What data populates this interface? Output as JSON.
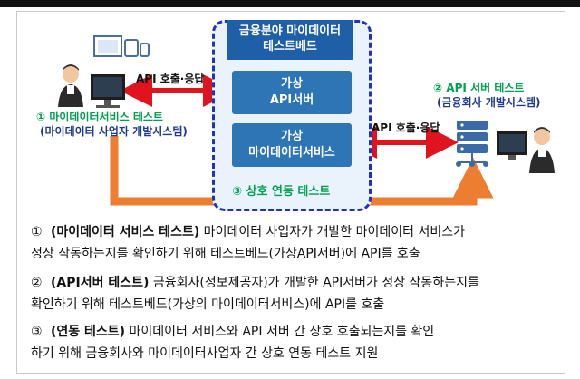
{
  "diagram": {
    "testbed_title": "금융분야 마이데이터\n테스트베드",
    "virtual_api_server": "가상\nAPI서버",
    "virtual_mydata_service": "가상\n마이데이터서비스",
    "left_arrow_label": "API 호출·응답",
    "right_arrow_label": "API 호출·응답",
    "test1_label": "① 마이데이터서비스 테스트",
    "test1_sub": "(마이데이터 사업자 개발시스템)",
    "test2_label": "② API 서버 테스트",
    "test2_sub": "(금융회사 개발시스템)",
    "test3_label": "③ 상호 연동 테스트",
    "colors": {
      "box_blue": "#2e75b6",
      "title_blue": "#1f5fa8",
      "dashed_border": "#2233bb",
      "red_arrow": "#e0141e",
      "orange_arrow": "#ed7d31",
      "green_text": "#00a050",
      "navy_text": "#1f3a93"
    }
  },
  "descriptions": [
    {
      "num": "①",
      "bold": "(마이데이터 서비스 테스트)",
      "line1_rest": " 마이데이터 사업자가 개발한 마이데이터 서비스가",
      "line2": "정상 작동하는지를 확인하기 위해 테스트베드(가상API서버)에 API를 호출"
    },
    {
      "num": "②",
      "bold": "(API서버 테스트)",
      "line1_rest": " 금융회사(정보제공자)가 개발한 API서버가 정상 작동하는지를",
      "line2": "확인하기 위해 테스트베드(가상의 마이데이터서비스)에 API를 호출"
    },
    {
      "num": "③",
      "bold": "(연동 테스트)",
      "line1_rest": " 마이데이터 서비스와 API 서버 간 상호 호출되는지를 확인",
      "line2": "하기 위해 금융회사와 마이데이터사업자 간 상호 연동 테스트 지원"
    }
  ]
}
